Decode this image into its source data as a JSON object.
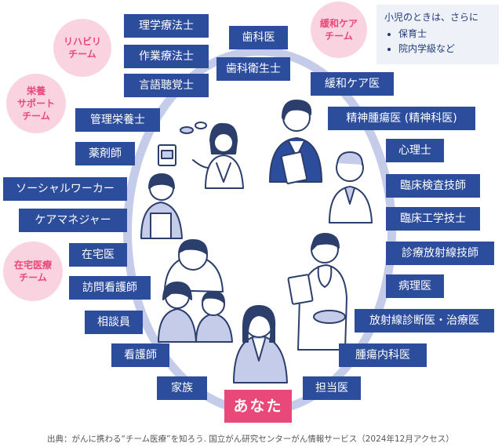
{
  "center_label": "あなた",
  "roles": {
    "r01": "歯科医",
    "r02": "歯科衛生士",
    "r03": "緩和ケア医",
    "r04": "精神腫瘍医 (精神科医)",
    "r05": "心理士",
    "r06": "臨床検査技師",
    "r07": "臨床工学技士",
    "r08": "診療放射線技師",
    "r09": "病理医",
    "r10": "放射線診断医・治療医",
    "r11": "腫瘍内科医",
    "r12": "担当医",
    "r13": "理学療法士",
    "r14": "作業療法士",
    "r15": "言語聴覚士",
    "r16": "管理栄養士",
    "r17": "薬剤師",
    "r18": "ソーシャルワーカー",
    "r19": "ケアマネジャー",
    "r20": "在宅医",
    "r21": "訪問看護師",
    "r22": "相談員",
    "r23": "看護師",
    "r24": "家族"
  },
  "teams": {
    "rehab": "リハビリ\nチーム",
    "nutrition": "栄養\nサポート\nチーム",
    "palliative": "緩和ケア\nチーム",
    "homecare": "在宅医療\nチーム"
  },
  "note": {
    "title": "小児のときは、さらに",
    "items": [
      "保育士",
      "院内学級など"
    ]
  },
  "source": "出典：がんに携わる“チーム医療”を知ろう. 国立がん研究センターがん情報サービス（2024年12月アクセス）",
  "colors": {
    "tag_bg": "#2c4c9c",
    "accent_pink": "#e8487a",
    "team_circle_bg": "#f9d3df",
    "ring": "#c5cce9"
  }
}
